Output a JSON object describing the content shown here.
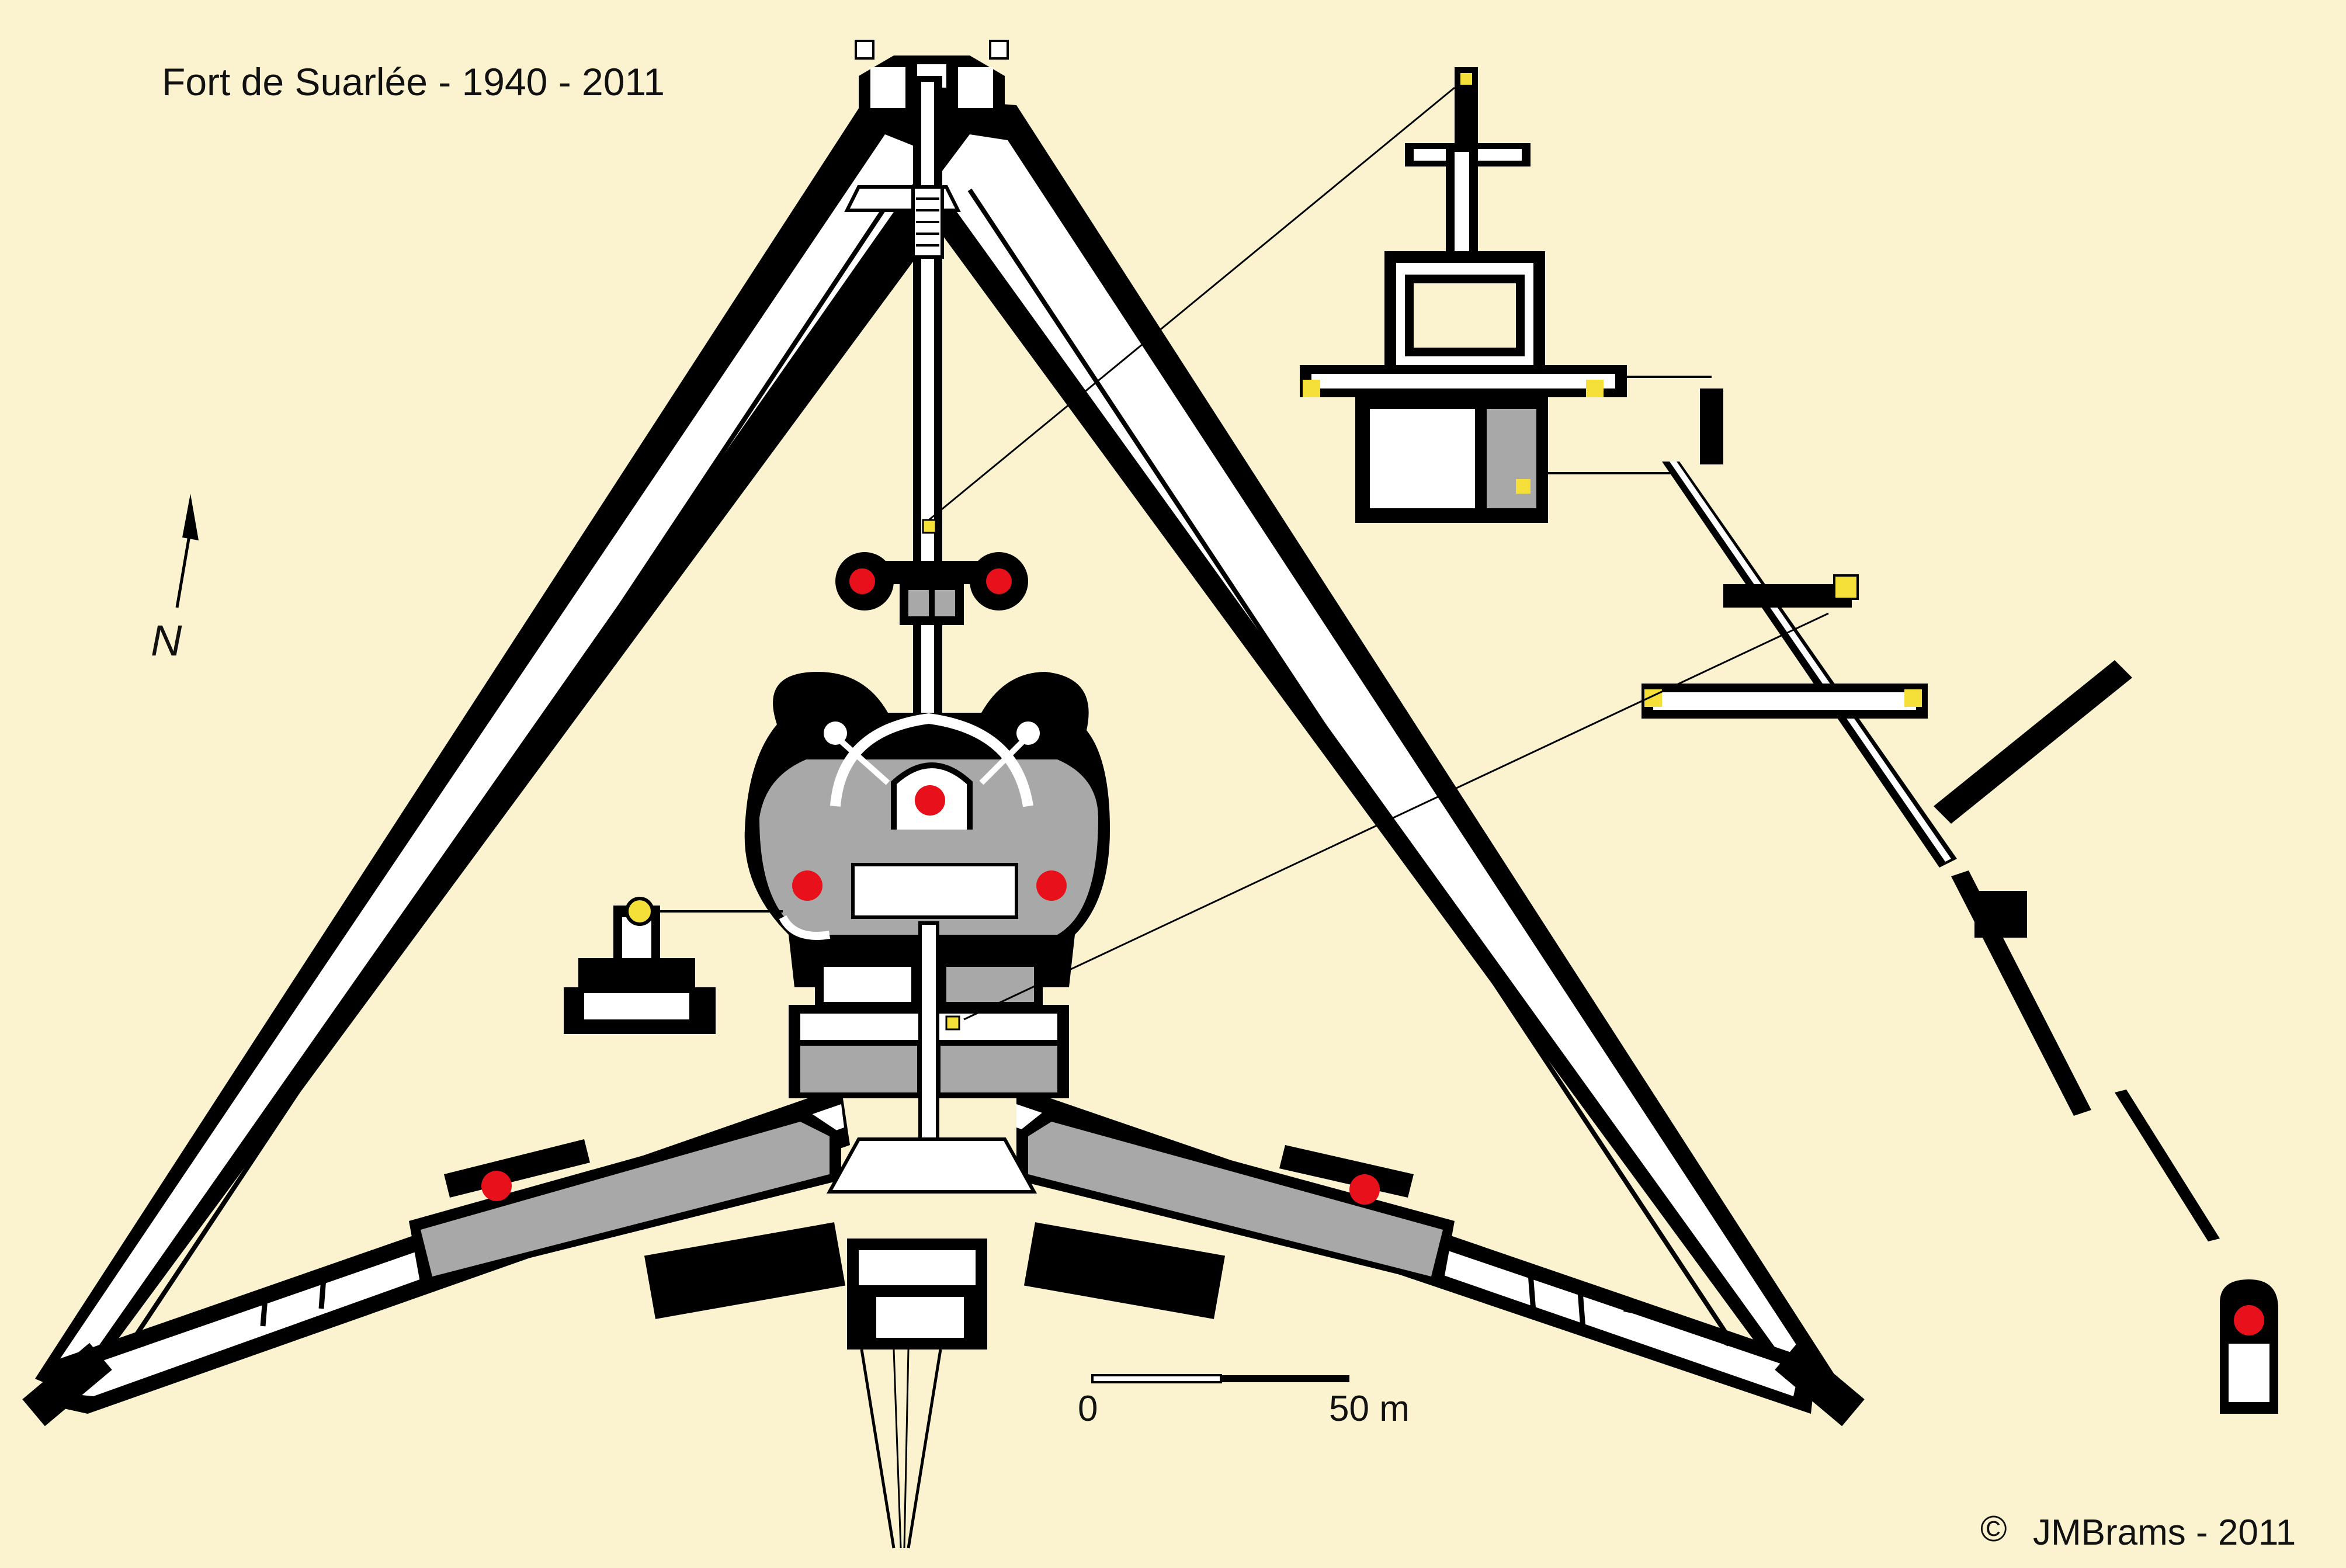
{
  "title": "Fort de Suarlée  -  1940 - 2011",
  "north_label": "N",
  "scale": {
    "start_label": "0",
    "end_label": "50 m"
  },
  "copyright": {
    "symbol": "©",
    "text": "JMBrams - 2011"
  },
  "colors": {
    "background": "#fbf3cf",
    "wall": "#000000",
    "gallery": "#ffffff",
    "room": "#a8a8a8",
    "turret": "#e8101a",
    "highlight": "#f5e03a"
  },
  "icons": [
    "north-arrow-icon",
    "copyright-icon",
    "turret-marker-icon"
  ]
}
